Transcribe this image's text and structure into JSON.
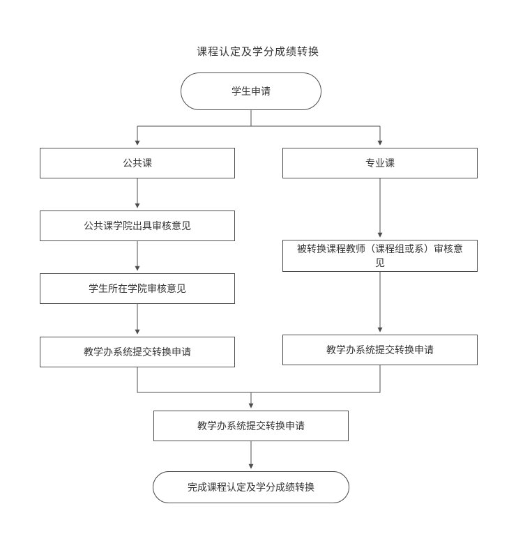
{
  "title": "课程认定及学分成绩转换",
  "colors": {
    "border": "#4d4d4d",
    "text": "#333333",
    "background": "#ffffff"
  },
  "nodes": {
    "start": "学生申请",
    "public_course": "公共课",
    "major_course": "专业课",
    "public_review": "公共课学院出具审核意见",
    "student_college_review": "学生所在学院审核意见",
    "public_submit": "教学办系统提交转换申请",
    "major_review": "被转换课程教师（课程组或系）审核意见",
    "major_submit": "教学办系统提交转换申请",
    "merge_submit": "教学办系统提交转换申请",
    "end": "完成课程认定及学分成绩转换"
  },
  "edges": [
    {
      "from": "start",
      "to": "public_course"
    },
    {
      "from": "start",
      "to": "major_course"
    },
    {
      "from": "public_course",
      "to": "public_review"
    },
    {
      "from": "public_review",
      "to": "student_college_review"
    },
    {
      "from": "student_college_review",
      "to": "public_submit"
    },
    {
      "from": "major_course",
      "to": "major_review"
    },
    {
      "from": "major_review",
      "to": "major_submit"
    },
    {
      "from": "public_submit",
      "to": "merge_submit"
    },
    {
      "from": "major_submit",
      "to": "merge_submit"
    },
    {
      "from": "merge_submit",
      "to": "end"
    }
  ]
}
